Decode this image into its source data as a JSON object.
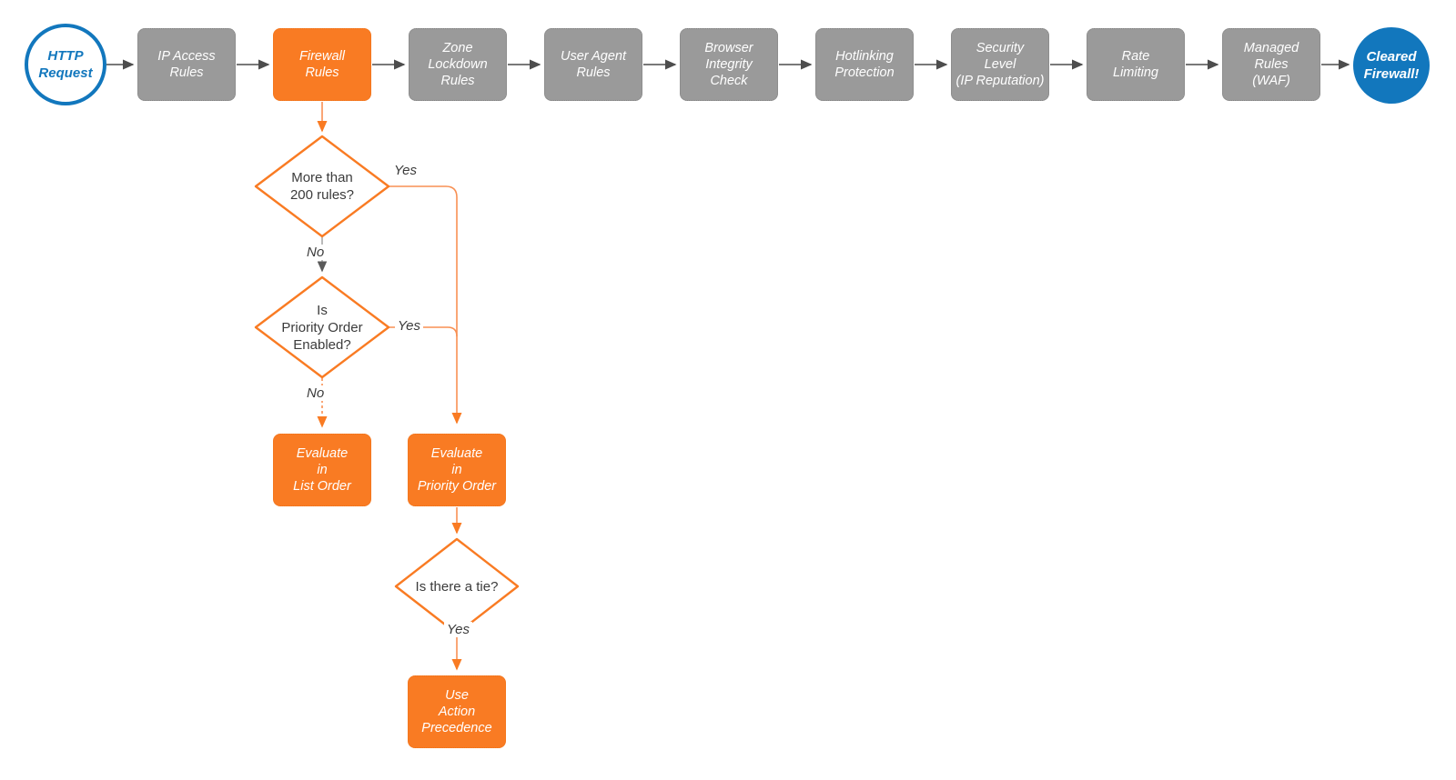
{
  "colors": {
    "accent_orange": "#F97B23",
    "step_gray": "#9A9A9A",
    "terminal_blue": "#1277BD",
    "arrow_dark": "#4D4D4D",
    "text_dark": "#3B3B3B"
  },
  "pipeline": {
    "start": {
      "label": "HTTP\nRequest"
    },
    "steps": [
      {
        "label": "IP Access\nRules",
        "highlighted": false
      },
      {
        "label": "Firewall\nRules",
        "highlighted": true
      },
      {
        "label": "Zone\nLockdown\nRules",
        "highlighted": false
      },
      {
        "label": "User Agent\nRules",
        "highlighted": false
      },
      {
        "label": "Browser\nIntegrity\nCheck",
        "highlighted": false
      },
      {
        "label": "Hotlinking\nProtection",
        "highlighted": false
      },
      {
        "label": "Security\nLevel\n(IP Reputation)",
        "highlighted": false
      },
      {
        "label": "Rate\nLimiting",
        "highlighted": false
      },
      {
        "label": "Managed\nRules\n(WAF)",
        "highlighted": false
      }
    ],
    "end": {
      "label": "Cleared\nFirewall!"
    }
  },
  "decision_tree": {
    "more_than_200": {
      "question": "More than\n200 rules?",
      "yes_label": "Yes",
      "no_label": "No"
    },
    "priority_enabled": {
      "question": "Is\nPriority Order\nEnabled?",
      "yes_label": "Yes",
      "no_label": "No"
    },
    "tie": {
      "question": "Is there a tie?",
      "yes_label": "Yes"
    },
    "evaluate_list": {
      "label": "Evaluate\nin\nList Order"
    },
    "evaluate_priority": {
      "label": "Evaluate\nin\nPriority Order"
    },
    "action_precedence": {
      "label": "Use\nAction\nPrecedence"
    }
  }
}
